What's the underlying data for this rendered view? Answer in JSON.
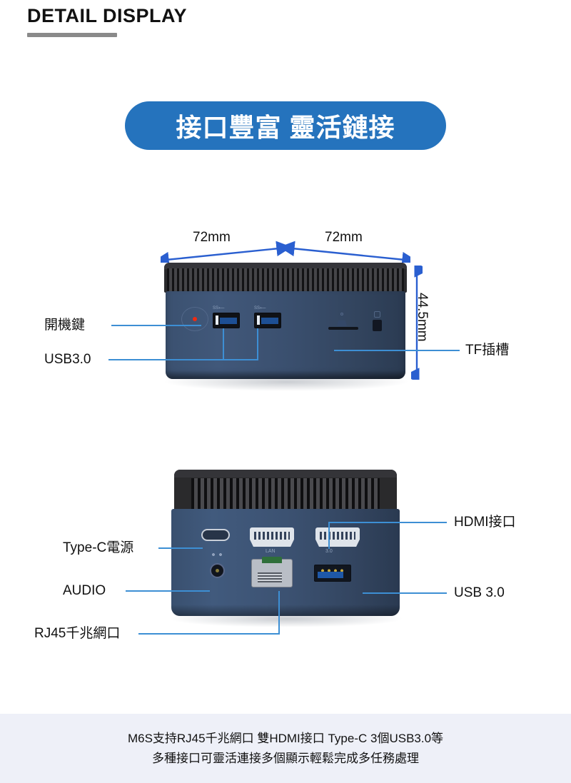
{
  "header": {
    "title": "DETAIL DISPLAY"
  },
  "banner": {
    "text": "接口豐富 靈活鏈接",
    "color": "#2573bd",
    "text_color": "#ffffff"
  },
  "dimensions": {
    "width_left": "72mm",
    "width_right": "72mm",
    "height": "44.5mm",
    "arrow_color": "#2a5fd0"
  },
  "front_view": {
    "labels_left": [
      {
        "id": "power-button",
        "text": "開機鍵"
      },
      {
        "id": "usb3",
        "text": "USB3.0"
      }
    ],
    "labels_right": [
      {
        "id": "tf-slot",
        "text": "TF插槽"
      }
    ]
  },
  "rear_view": {
    "labels_left": [
      {
        "id": "typec-power",
        "text": "Type-C電源"
      },
      {
        "id": "audio",
        "text": "AUDIO"
      },
      {
        "id": "rj45",
        "text": "RJ45千兆網口"
      }
    ],
    "labels_right": [
      {
        "id": "hdmi",
        "text": "HDMI接口"
      },
      {
        "id": "usb3",
        "text": "USB 3.0"
      }
    ],
    "port_marks": {
      "hdmi_right": "3.0",
      "rj45_mark": "LAN"
    }
  },
  "footer": {
    "line1": "M6S支持RJ45千兆網口 雙HDMI接口 Type-C 3個USB3.0等",
    "line2": "多種接口可靈活連接多個顯示輕鬆完成多任務處理",
    "background": "#eef0f8"
  }
}
